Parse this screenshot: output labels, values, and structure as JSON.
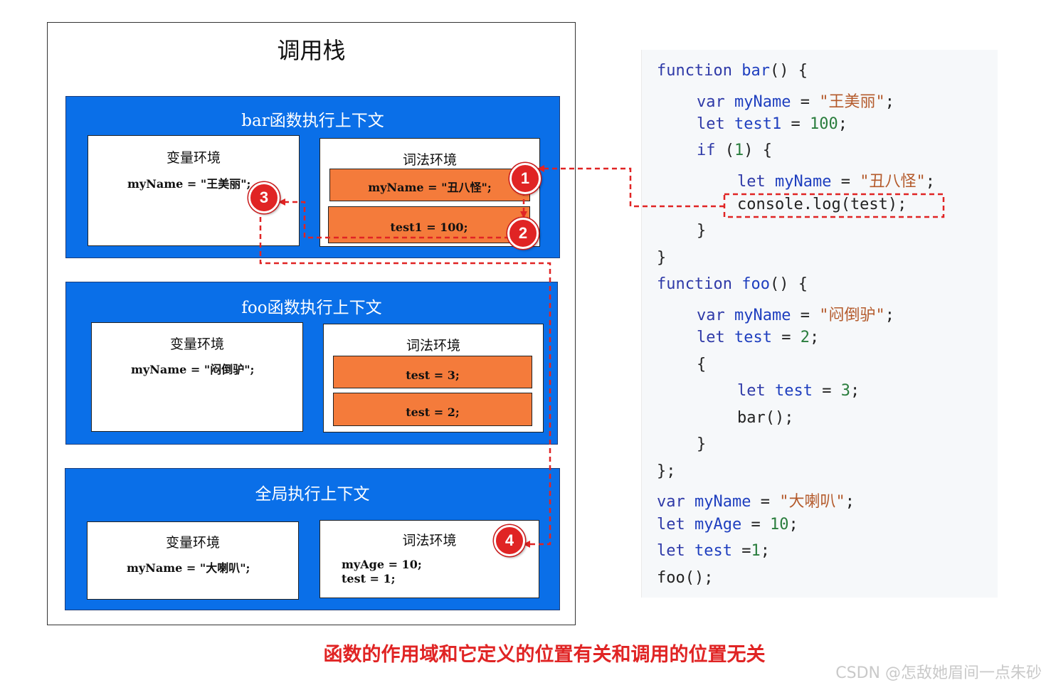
{
  "stack": {
    "title": "调用栈"
  },
  "contexts": {
    "bar": {
      "title": "bar函数执行上下文",
      "var_env": {
        "title": "变量环境",
        "line": "myName = \"王美丽\";"
      },
      "lex_env": {
        "title": "词法环境",
        "blocks": [
          "myName = \"丑八怪\";",
          "test1 = 100;"
        ]
      }
    },
    "foo": {
      "title": "foo函数执行上下文",
      "var_env": {
        "title": "变量环境",
        "line": "myName = \"闷倒驴\";"
      },
      "lex_env": {
        "title": "词法环境",
        "blocks": [
          "test = 3;",
          "test = 2;"
        ]
      }
    },
    "global": {
      "title": "全局执行上下文",
      "var_env": {
        "title": "变量环境",
        "line": "myName = \"大喇叭\";"
      },
      "lex_env": {
        "title": "词法环境",
        "lines": [
          "myAge = 10;",
          "test = 1;"
        ]
      }
    }
  },
  "badges": [
    "1",
    "2",
    "3",
    "4"
  ],
  "code": {
    "l1": {
      "kw": "function",
      "name": "bar",
      "rest": "() {"
    },
    "l2": {
      "kw": "var",
      "name": "myName",
      "op": " = ",
      "str": "\"王美丽\"",
      "end": ";"
    },
    "l3": {
      "kw": "let",
      "name": "test1",
      "op": " = ",
      "num": "100",
      "end": ";"
    },
    "l4": {
      "kw": "if",
      "open": " (",
      "num": "1",
      "close": ") {"
    },
    "l5": {
      "kw": "let",
      "name": "myName",
      "op": " = ",
      "str": "\"丑八怪\"",
      "end": ";"
    },
    "l6": {
      "text": "console.log(test);"
    },
    "l7": {
      "text": "}"
    },
    "l8": {
      "text": "}"
    },
    "l9": {
      "kw": "function",
      "name": "foo",
      "rest": "() {"
    },
    "l10": {
      "kw": "var",
      "name": "myName",
      "op": " = ",
      "str": "\"闷倒驴\"",
      "end": ";"
    },
    "l11": {
      "kw": "let",
      "name": "test",
      "op": " = ",
      "num": "2",
      "end": ";"
    },
    "l12": {
      "text": "{"
    },
    "l13": {
      "kw": "let",
      "name": "test",
      "op": " = ",
      "num": "3",
      "end": ";"
    },
    "l14": {
      "text": "bar();"
    },
    "l15": {
      "text": "}"
    },
    "l16": {
      "text": "};"
    },
    "l17": {
      "kw": "var",
      "name": "myName",
      "op": " = ",
      "str": "\"大喇叭\"",
      "end": ";"
    },
    "l18": {
      "kw": "let",
      "name": "myAge",
      "op": " = ",
      "num": "10",
      "end": ";"
    },
    "l19": {
      "kw": "let",
      "name": "test",
      "op": " =",
      "num": "1",
      "end": ";"
    },
    "l20": {
      "text": "foo();"
    }
  },
  "caption": "函数的作用域和它定义的位置有关和调用的位置无关",
  "watermark": "CSDN @怎敌她眉间一点朱砂",
  "colors": {
    "context_blue": "#0a6fe8",
    "block_orange": "#f47b3b",
    "arrow_red": "#e02424"
  }
}
